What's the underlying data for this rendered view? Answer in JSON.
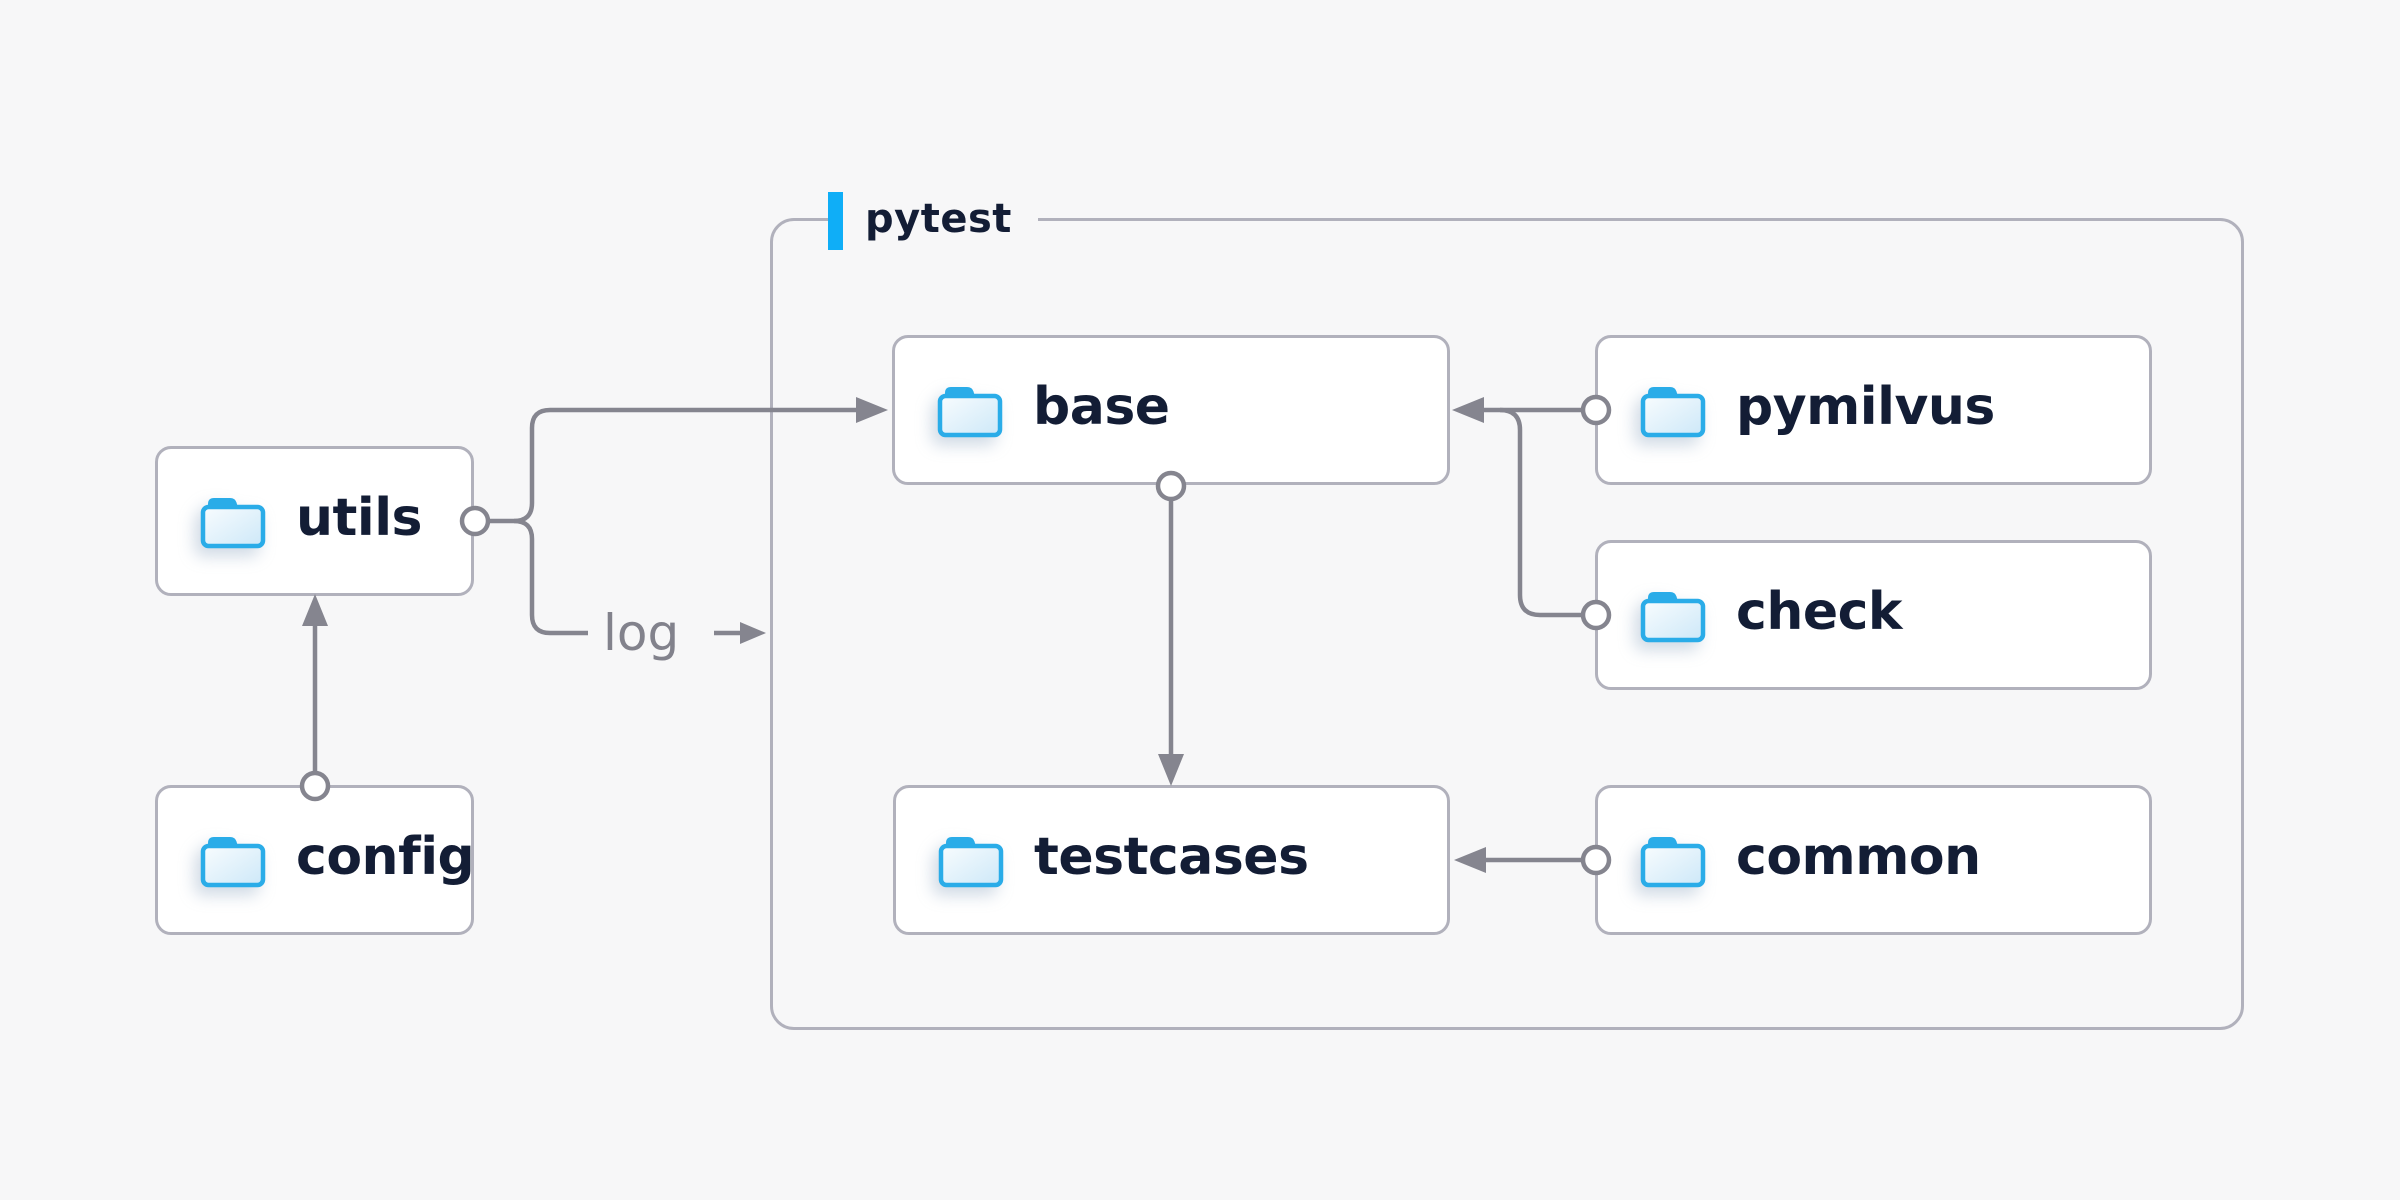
{
  "page": {
    "type": "folder-structure-diagram",
    "background": "#f7f7f8"
  },
  "colors": {
    "background": "#f7f7f8",
    "box_background": "#ffffff",
    "box_border": "#b1b1bc",
    "connector_line": "#85858f",
    "label_text": "#131d35",
    "muted_text": "#82828c",
    "accent_blue": "#0faef7",
    "folder_blue": "#2aace8",
    "folder_fill_light": "#f8fcfe",
    "folder_fill_dark": "#cde8f8"
  },
  "group": {
    "label": "pytest"
  },
  "nodes": [
    {
      "id": "utils",
      "label": "utils",
      "icon": "folder",
      "inside_group": false
    },
    {
      "id": "config",
      "label": "config",
      "icon": "folder",
      "inside_group": false
    },
    {
      "id": "base",
      "label": "base",
      "icon": "folder",
      "inside_group": true
    },
    {
      "id": "pymilvus",
      "label": "pymilvus",
      "icon": "folder",
      "inside_group": true
    },
    {
      "id": "check",
      "label": "check",
      "icon": "folder",
      "inside_group": true
    },
    {
      "id": "testcases",
      "label": "testcases",
      "icon": "folder",
      "inside_group": true
    },
    {
      "id": "common",
      "label": "common",
      "icon": "folder",
      "inside_group": true
    }
  ],
  "edges": [
    {
      "from": "config",
      "to": "utils",
      "style": "circle-to-arrow"
    },
    {
      "from": "utils",
      "to": "base",
      "style": "circle-to-arrow"
    },
    {
      "from": "utils",
      "to": "log",
      "style": "circle-to-label",
      "label": "log"
    },
    {
      "from": "pymilvus",
      "to": "base",
      "style": "circle-to-arrow"
    },
    {
      "from": "check",
      "to": "base",
      "style": "circle-to-arrow"
    },
    {
      "from": "base",
      "to": "testcases",
      "style": "circle-to-arrow"
    },
    {
      "from": "common",
      "to": "testcases",
      "style": "circle-to-arrow"
    }
  ],
  "log_label": {
    "text": "log"
  }
}
